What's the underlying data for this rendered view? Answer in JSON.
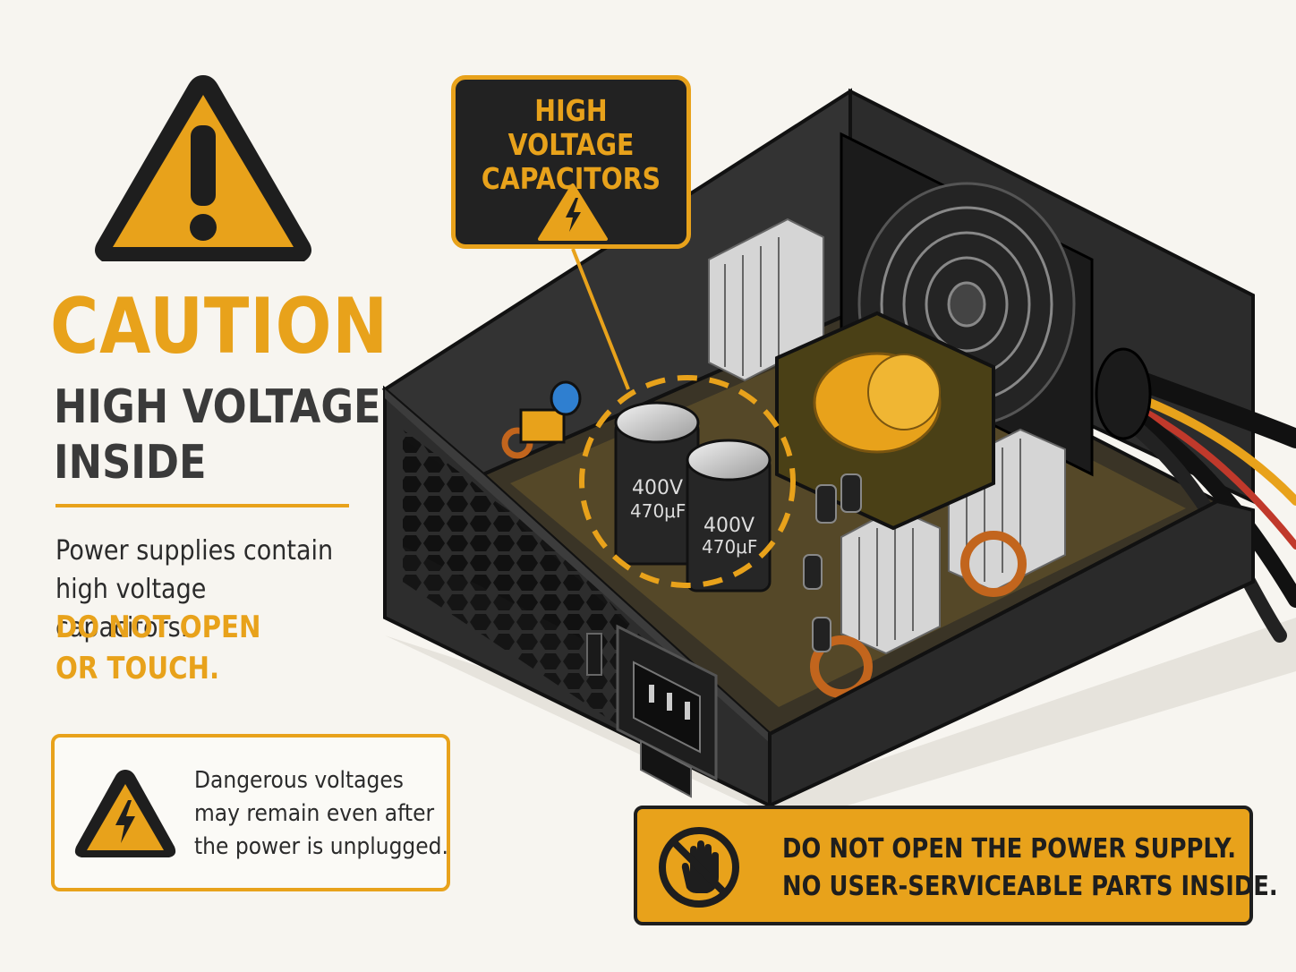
{
  "warning": {
    "title": "CAUTION",
    "subtitle_line1": "HIGH VOLTAGE",
    "subtitle_line2": "INSIDE",
    "body_line1": "Power supplies contain",
    "body_line2": "high voltage capacitors.",
    "warn_line1": "DO NOT OPEN",
    "warn_line2": "OR TOUCH."
  },
  "notice": {
    "line1": "Dangerous voltages",
    "line2": "may remain even after",
    "line3": "the power is unplugged."
  },
  "callout": {
    "line1": "HIGH VOLTAGE",
    "line2": "CAPACITORS"
  },
  "capacitors": [
    {
      "voltage": "400V",
      "capacitance": "470μF"
    },
    {
      "voltage": "400V",
      "capacitance": "470μF"
    }
  ],
  "banner": {
    "line1": "DO NOT OPEN THE POWER SUPPLY.",
    "line2": "NO USER-SERVICEABLE PARTS INSIDE."
  },
  "colors": {
    "accent": "#e8a21b",
    "dark": "#222222",
    "background": "#f7f5f0"
  },
  "icons": [
    "warning-triangle-icon",
    "high-voltage-icon",
    "no-touch-hand-icon"
  ]
}
